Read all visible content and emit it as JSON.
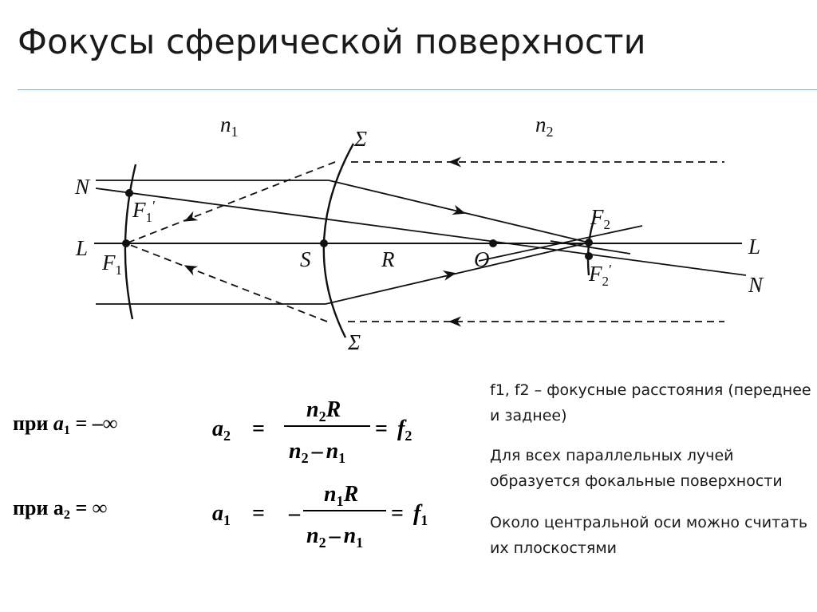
{
  "page": {
    "title": "Фокусы сферической поверхности"
  },
  "diagram": {
    "labels": {
      "n1_base": "n",
      "n1_sub": "1",
      "n2_base": "n",
      "n2_sub": "2",
      "sigma_top": "Σ",
      "sigma_bottom": "Σ",
      "N_left": "N",
      "N_right": "N",
      "L_left": "L",
      "L_right": "L",
      "F1_base": "F",
      "F1_sub": "1",
      "F1p_base": "F",
      "F1p_sub": "1",
      "F1p_prime": "′",
      "F2_base": "F",
      "F2_sub": "2",
      "F2p_base": "F",
      "F2p_sub": "2",
      "F2p_prime": "′",
      "S": "S",
      "R": "R",
      "O": "O"
    }
  },
  "formulas": {
    "row1": {
      "cond_word": "при",
      "cond_var": "a",
      "cond_sub": "1",
      "cond_rel": "= –∞",
      "lhs_var": "a",
      "lhs_sub": "2",
      "eq": "=",
      "num_n": "n",
      "num_sub": "2",
      "num_R": "R",
      "den_n1": "n",
      "den_sub1": "2",
      "den_minus": "–",
      "den_n2": "n",
      "den_sub2": "1",
      "rhs_eq": "=",
      "rhs_var": "f",
      "rhs_sub": "2"
    },
    "row2": {
      "cond_word": "при",
      "cond_var": "a",
      "cond_sub": "2",
      "cond_rel": "= ∞",
      "lhs_var": "a",
      "lhs_sub": "1",
      "eq": "=",
      "minus": "–",
      "num_n": "n",
      "num_sub": "1",
      "num_R": "R",
      "den_n1": "n",
      "den_sub1": "2",
      "den_minus": "–",
      "den_n2": "n",
      "den_sub2": "1",
      "rhs_eq": "=",
      "rhs_var": "f",
      "rhs_sub": "1"
    }
  },
  "notes": [
    "f1, f2 – фокусные расстояния (переднее и заднее)",
    "Для всех параллельных лучей образуется фокальные поверхности",
    "Около центральной оси можно считать их плоскостями"
  ]
}
